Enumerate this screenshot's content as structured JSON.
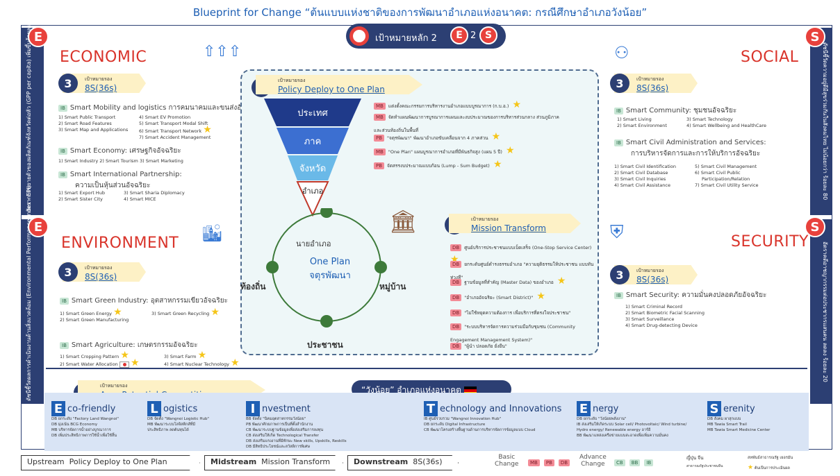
{
  "title": "Blueprint for Change “ต้นแบบแห่งชาติของการพัฒนาอำเภอแห่งอนาคต: กรณีศึกษาอำเภอวังน้อย”",
  "goal": {
    "label": "เป้าหมายหลัก 2",
    "e": "E",
    "s": "S",
    "two": "2"
  },
  "side": {
    "left_top": "อัตราการขยายตัวของผลิตภัณฑ์จังหวัดต่อหัว (GPP per capita) เพิ่มขึ้นร้อยละ 10 ต่อปี",
    "left_bottom": "ดัชนีชี้วัดผลการดำเนินงานด้านสิ่งแวดล้อม (Environmental Performance Index - EPI)",
    "right_top": "ดัชนีชี้วัดความอยู่ดีมีสุขร่วมกันในสังคมไทย ไม่น้อยกว่า ร้อยละ 80",
    "right_bottom": "อัตราคดีอาชญากรรมต่อประชากรแสนคน ลดลง ร้อยละ 20"
  },
  "economic": {
    "badge": "E",
    "title": "ECONOMIC",
    "num": "3",
    "sub_small": "เป้าหมายรอง",
    "sub": "8S(36s)",
    "g1_tag": "IB",
    "g1": "Smart Mobility and logistics การคมนาคมและขนส่งอัจฉริยะ",
    "g1_items": [
      "1) Smart Public Transport",
      "2) Smart Road Features",
      "3) Smart Map and Applications",
      "4) Smart EV Promotion",
      "5) Smart Transport Modal Shift",
      "6) Smart Transport Network",
      "7) Smart Accident Management"
    ],
    "g2_tag": "IB",
    "g2": "Smart Economy: เศรษฐกิจอัจฉริยะ",
    "g2_items": "1) Smart Industry   2) Smart Tourism   3) Smart Marketing",
    "g3_tag": "IB",
    "g3": "Smart International Partnership:",
    "g3b": "ความเป็นหุ้นส่วนอัจฉริยะ",
    "g3_items": [
      "1) Smart Export Hub",
      "2) Smart Sister City",
      "3) Smart Sharia Diplomacy",
      "4) Smart MICE"
    ]
  },
  "social": {
    "badge": "S",
    "title": "SOCIAL",
    "num": "3",
    "sub_small": "เป้าหมายรอง",
    "sub": "8S(36s)",
    "g1_tag": "IB",
    "g1": "Smart Community: ชุมชนอัจฉริยะ",
    "g1_items": [
      "1) Smart Living",
      "2) Smart Environment",
      "3) Smart Technology",
      "4) Smart Wellbeing and HealthCare"
    ],
    "g2_tag": "IB",
    "g2": "Smart Civil Administration and Services:",
    "g2b": "การบริหารจัดการและการให้บริการอัจฉริยะ",
    "g2_items": [
      "1) Smart Civil Identification",
      "2) Smart Civil Database",
      "3) Smart Civil Inquiries",
      "4) Smart Civil Assistance",
      "5) Smart Civil Management",
      "6) Smart Civil Public",
      "Participation/Relation",
      "7) Smart Civil Utility Service"
    ]
  },
  "environment": {
    "badge": "E",
    "title": "ENVIRONMENT",
    "num": "3",
    "sub_small": "เป้าหมายรอง",
    "sub": "8S(36s)",
    "g1_tag": "IB",
    "g1": "Smart Green Industry: อุตสาหกรรมเขียวอัจฉริยะ",
    "g1_items": [
      "1) Smart Green Energy",
      "2) Smart Green Manufacturing",
      "3) Smart Green Recycling"
    ],
    "g2_tag": "IB",
    "g2": "Smart Agriculture: เกษตรกรรมอัจฉริยะ",
    "g2_items": [
      "1) Smart Cropping Pattern",
      "2) Smart Water Allocation",
      "3) Smart Farm",
      "4) Smart Nuclear Technology"
    ]
  },
  "security": {
    "badge": "S",
    "title": "SECURITY",
    "num": "3",
    "sub_small": "เป้าหมายรอง",
    "sub": "8S(36s)",
    "g1_tag": "IB",
    "g1": "Smart Security: ความมั่นคงปลอดภัยอัจฉริยะ",
    "g1_items": [
      "1) Smart Criminal Record",
      "2) Smart Biometric Facial Scanning",
      "3) Smart Surveillance",
      "4) Smart Drug-detecting Device"
    ]
  },
  "policy": {
    "num": "1",
    "small": "เป้าหมายรอง",
    "title": "Policy Deploy to One Plan",
    "funnel": [
      "ประเทศ",
      "ภาค",
      "จังหวัด",
      "อำเภอ"
    ],
    "rows": [
      {
        "tag": "MB",
        "text": "แต่งตั้งคณะกรรมการบริหารงานอำเภอแบบบูรณาการ (ก.บ.อ.)"
      },
      {
        "tag": "MB",
        "text": "จัดทำแผนพัฒนาการบูรณาการแผนและงบประมาณของการบริหารส่วนกลาง ส่วนภูมิภาค และส่วนท้องถิ่นในพื้นที่"
      },
      {
        "tag": "PB",
        "text": "\"จตุรพัฒนา\" พัฒนาอำเภอขับเคลื่อนจาก 4 ภาคส่วน"
      },
      {
        "tag": "MB",
        "text": "\"One Plan\" แผนบูรณาการอำเภอที่มีพันธกิจสูง (แผน 5 ปี)"
      },
      {
        "tag": "PB",
        "text": "จัดสรรงบประมาณแบบก้อน (Lump - Sum Budget)"
      }
    ]
  },
  "mission": {
    "num": "2",
    "small": "เป้าหมายรอง",
    "title": "Mission Transform",
    "rows": [
      {
        "tag": "DB",
        "text": "ศูนย์บริการประชาชนแบบเบ็ดเสร็จ (One-Stop Service Center)"
      },
      {
        "tag": "DB",
        "text": "ยกระดับศูนย์ดำรงธรรมอำเภอ \"ความยุติธรรมให้ประชาชน แบบทันท่วงที\""
      },
      {
        "tag": "DB",
        "text": "ฐานข้อมูลที่สำคัญ (Master Data) ของอำเภอ"
      },
      {
        "tag": "DB",
        "text": "\"อำเภออัจฉริยะ (Smart District)\""
      },
      {
        "tag": "DB",
        "text": "\"ไม่ใช้หยุดความต้องการ เพื่อบริการที่ตรงใจประชาชน\""
      },
      {
        "tag": "DB",
        "text": "\"ระบบบริหารจัดการความร่วมมือกับชุมชน (Community Engagement Management System)\""
      },
      {
        "tag": "DB",
        "text": "\"ผู้นำ ปลอดภัย ยั่งยืน\""
      }
    ]
  },
  "cycle": {
    "top": "นายอำเภอ",
    "center1": "One Plan",
    "center2": "จตุรพัฒนา",
    "left": "ท้องถิ่น",
    "right": "หมู่บ้าน",
    "bottom": "ประชาชน"
  },
  "area": {
    "num": "4",
    "small": "เป้าหมายรอง",
    "title": "Area Potential Competitiveness",
    "future": "“วังน้อย” อำเภอแห่งอนาคต"
  },
  "bottom": [
    {
      "letter": "E",
      "word": "co-friendly",
      "items": [
        "DB ยกระดับ \"Factory Land Wangnoi\"",
        "DB มุ่งเน้น BCG Economy",
        "MB บริหารจัดการน้ำอย่างบูรณาการ",
        "DB เพิ่มประสิทธิภาพการใช้น้ำเพื่อใช้สิ้น"
      ]
    },
    {
      "letter": "L",
      "word": "ogistics",
      "items": [
        "DB จัดตั้ง \"Wangnoi Logistic Hub\"",
        "MB พัฒนาระบบโลจิสติกส์ที่มี",
        "ประสิทธิภาพ ลดต้นทุนได้"
      ]
    },
    {
      "letter": "I",
      "word": "nvestment",
      "items": [
        "BB จัดตั้ง \"นิคมอุตสาหกรรมวังน้อย\"",
        "PB พัฒนาศักยภาพการเป็นที่ตั้งสำนักงาน",
        "CB พัฒนาระบบฐานข้อมูลเพื่อส่งเสริมการลงทุน",
        "CB ส่งเสริมให้เกิด Technological Transfer",
        "DB ส่งเสริมแรงงานที่มีทักษะ New skills, Upskills, Reskills",
        "DB มีสิทธิประโยชน์และสวัสดิการพิเศษ"
      ]
    },
    {
      "letter": "T",
      "word": "echnology and Innovations",
      "items": [
        "IB ศูนย์รวบรวม \"Wangnoi Innovation Hub\"",
        "DB ยกระดับ Digital Infrastructure",
        "CB พัฒนาโครงสร้างพื้นฐานด้านการบริหารจัดการข้อมูลแบบ Cloud"
      ]
    },
    {
      "letter": "E",
      "word": "nergy",
      "items": [
        "DB ยกระดับ \"วังน้อยพลังงาน\"",
        "IB ส่งเสริมให้เกิดระบบ Solar cell/ Photovoltaic/ Wind turbine/",
        "Hydro energy/ Renewable energy อาร์อี",
        "BB พัฒนาแหล่งเครือข่ายแบบสะอาดเพื่อเพิ่มความมั่นคง"
      ]
    },
    {
      "letter": "S",
      "word": "erenity",
      "items": [
        "DB สังคม ผาสุกแบบ",
        "MB Tawia Smart Trail",
        "MB Tawia Smart Medicine Center"
      ]
    }
  ],
  "legend": {
    "up_label": "Upstream",
    "up": "Policy Deploy to One Plan",
    "mid_label": "Midstream",
    "mid": "Mission Transform",
    "down_label": "Downstream",
    "down": "8S(36s)",
    "basic": "Basic",
    "basic2": "Change",
    "advance": "Advance",
    "advance2": "Change",
    "tags_basic": [
      "MB",
      "PB",
      "DB"
    ],
    "tags_adv": [
      "CB",
      "BB",
      "IB"
    ],
    "jp": "ญี่ปุ่น จีน",
    "cn": "สาธารณรัฐประชาชนจีน",
    "de": "สหพันธ์สาธารณรัฐ เยอรมัน",
    "star": "ต้นเป็นการประเมินผล"
  },
  "colors": {
    "navy": "#2c3f73",
    "red": "#e8413c",
    "blue": "#1e5fb4",
    "pill": "#fdf1c6",
    "green": "#3d7a3a"
  }
}
